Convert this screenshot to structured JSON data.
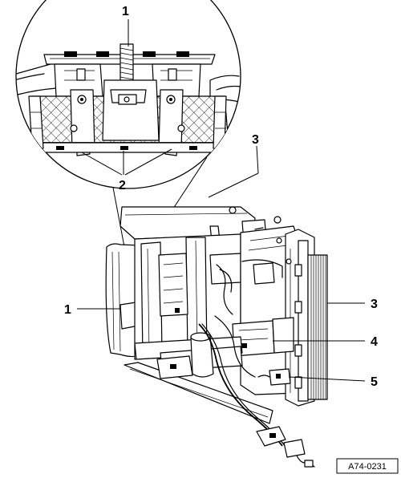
{
  "callouts": {
    "detail_1": "1",
    "detail_2": "2",
    "detail_3": "3",
    "main_1": "1",
    "main_3": "3",
    "main_4": "4",
    "main_5": "5"
  },
  "figure_reference": "A74-0231"
}
